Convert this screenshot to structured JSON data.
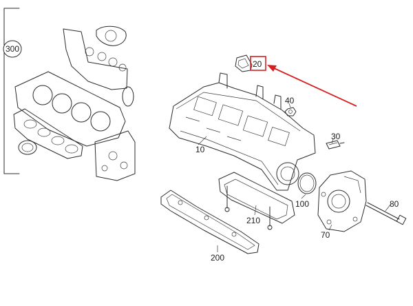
{
  "callouts": [
    {
      "id": "300",
      "text": "300"
    },
    {
      "id": "20",
      "text": "20"
    },
    {
      "id": "40",
      "text": "40"
    },
    {
      "id": "30",
      "text": "30"
    },
    {
      "id": "10",
      "text": "10"
    },
    {
      "id": "100",
      "text": "100"
    },
    {
      "id": "80",
      "text": "80"
    },
    {
      "id": "210",
      "text": "210"
    },
    {
      "id": "70",
      "text": "70"
    },
    {
      "id": "200",
      "text": "200"
    }
  ],
  "highlight": {
    "part": "20",
    "color": "#d42020"
  }
}
